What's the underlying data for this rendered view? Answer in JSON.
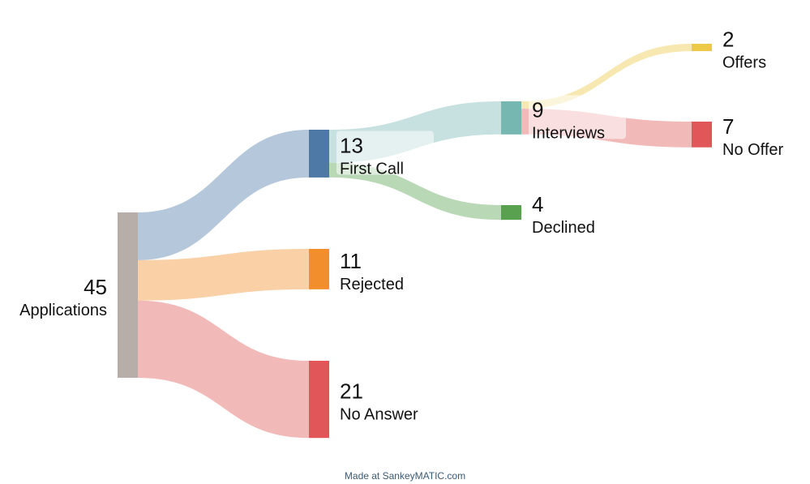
{
  "sankey": {
    "nodes": [
      {
        "id": "applications",
        "label": "Applications",
        "value": 45,
        "color": "#b7aea9"
      },
      {
        "id": "first_call",
        "label": "First Call",
        "value": 13,
        "color": "#4e79a7"
      },
      {
        "id": "rejected",
        "label": "Rejected",
        "value": 11,
        "color": "#f28e2b"
      },
      {
        "id": "no_answer",
        "label": "No Answer",
        "value": 21,
        "color": "#e15759"
      },
      {
        "id": "interviews",
        "label": "Interviews",
        "value": 9,
        "color": "#76b7b2"
      },
      {
        "id": "declined",
        "label": "Declined",
        "value": 4,
        "color": "#59a14f"
      },
      {
        "id": "offers",
        "label": "Offers",
        "value": 2,
        "color": "#edc948"
      },
      {
        "id": "no_offer",
        "label": "No Offer",
        "value": 7,
        "color": "#e15759"
      }
    ],
    "links": [
      {
        "source": "applications",
        "target": "first_call",
        "value": 13
      },
      {
        "source": "applications",
        "target": "rejected",
        "value": 11
      },
      {
        "source": "applications",
        "target": "no_answer",
        "value": 21
      },
      {
        "source": "first_call",
        "target": "interviews",
        "value": 9
      },
      {
        "source": "first_call",
        "target": "declined",
        "value": 4
      },
      {
        "source": "interviews",
        "target": "offers",
        "value": 2
      },
      {
        "source": "interviews",
        "target": "no_offer",
        "value": 7
      }
    ]
  },
  "footer": {
    "credit": "Made at SankeyMATIC.com"
  }
}
